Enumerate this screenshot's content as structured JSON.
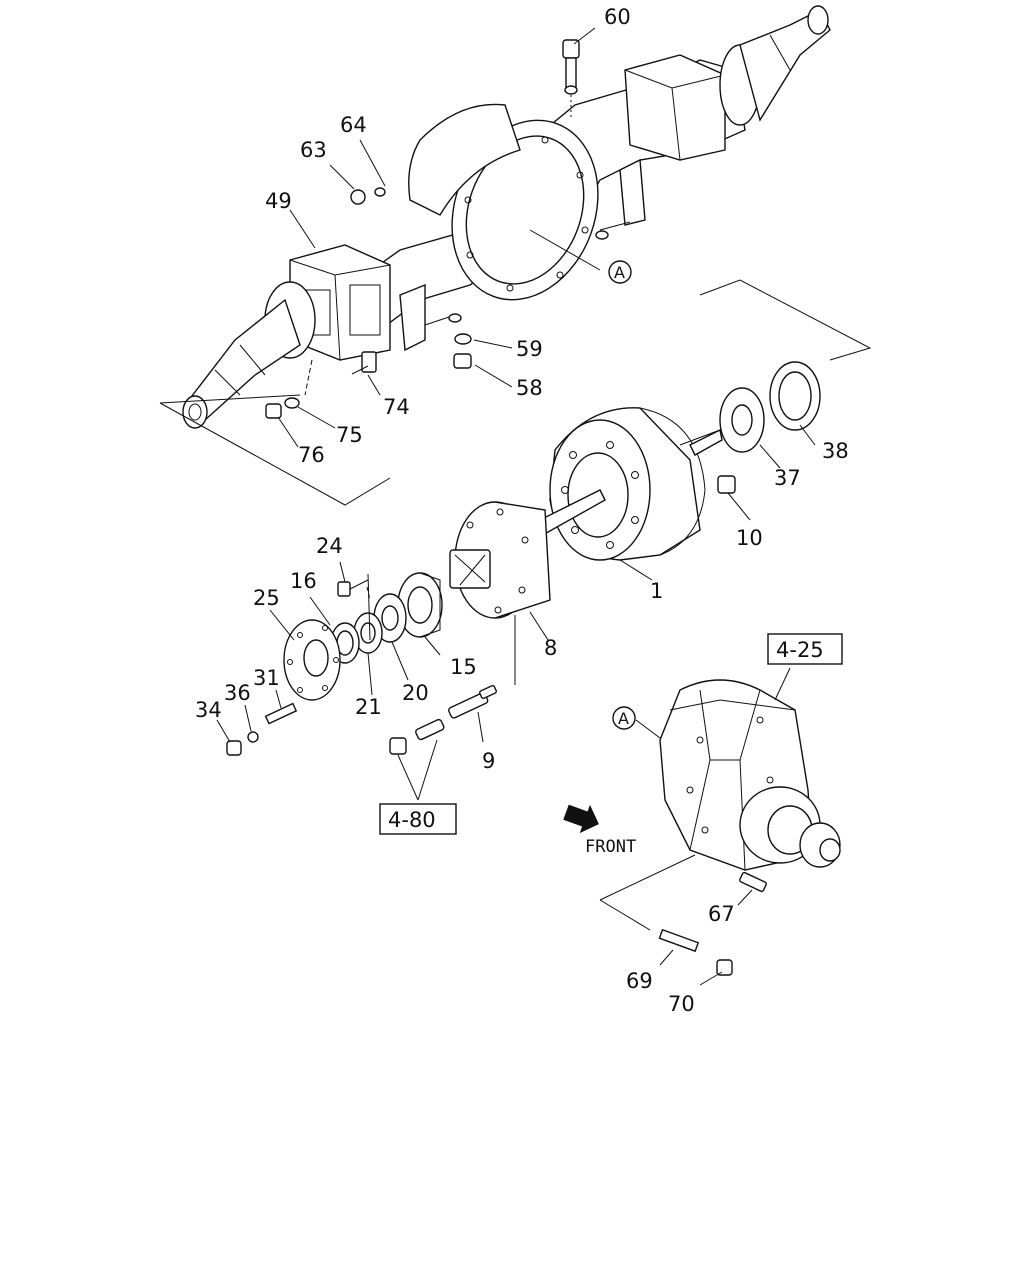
{
  "diagram": {
    "callouts": [
      "60",
      "64",
      "63",
      "49",
      "59",
      "58",
      "74",
      "75",
      "76",
      "38",
      "37",
      "10",
      "1",
      "24",
      "16",
      "25",
      "8",
      "15",
      "20",
      "21",
      "31",
      "36",
      "34",
      "9",
      "67",
      "69",
      "70"
    ],
    "circled_refs": [
      "A",
      "A"
    ],
    "boxed_refs": [
      "4-25",
      "4-80"
    ],
    "direction_label": "FRONT",
    "icons": [
      "front-arrow-icon"
    ]
  }
}
